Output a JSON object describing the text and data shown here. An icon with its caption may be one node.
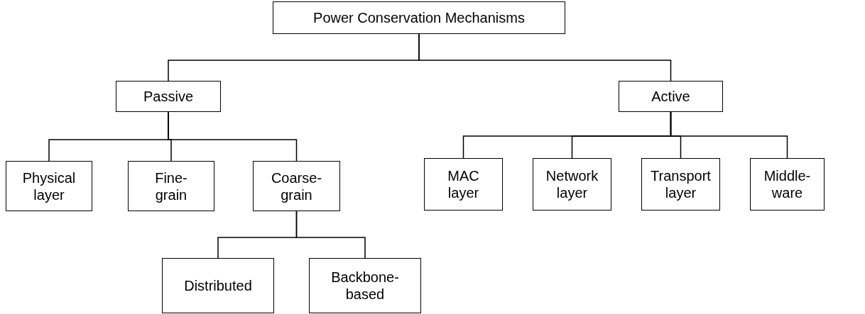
{
  "diagram": {
    "nodes": [
      {
        "text": [
          "Power Conservation Mechanisms"
        ]
      },
      {
        "text": [
          "Passive"
        ]
      },
      {
        "text": [
          "Active"
        ]
      },
      {
        "text": [
          "Physical layer"
        ]
      },
      {
        "text": [
          "Fine-grain"
        ]
      },
      {
        "text": [
          "Coarse-grain"
        ]
      },
      {
        "text": [
          "MAC layer"
        ]
      },
      {
        "text": [
          "Network layer"
        ]
      },
      {
        "text": [
          "Transport layer"
        ]
      },
      {
        "text": [
          "Middle-ware"
        ]
      },
      {
        "text": [
          "Distributed"
        ]
      },
      {
        "text": [
          "Backbone-based"
        ]
      }
    ],
    "edges": [
      {
        "from": 0,
        "to": 1,
        "arrow": "none"
      },
      {
        "from": 0,
        "to": 2,
        "arrow": "none"
      },
      {
        "from": 1,
        "to": 3,
        "arrow": "none"
      },
      {
        "from": 1,
        "to": 4,
        "arrow": "none"
      },
      {
        "from": 1,
        "to": 5,
        "arrow": "none"
      },
      {
        "from": 2,
        "to": 6,
        "arrow": "none"
      },
      {
        "from": 2,
        "to": 7,
        "arrow": "none"
      },
      {
        "from": 2,
        "to": 8,
        "arrow": "none"
      },
      {
        "from": 2,
        "to": 9,
        "arrow": "none"
      },
      {
        "from": 5,
        "to": 10,
        "arrow": "none"
      },
      {
        "from": 5,
        "to": 11,
        "arrow": "none"
      }
    ]
  }
}
